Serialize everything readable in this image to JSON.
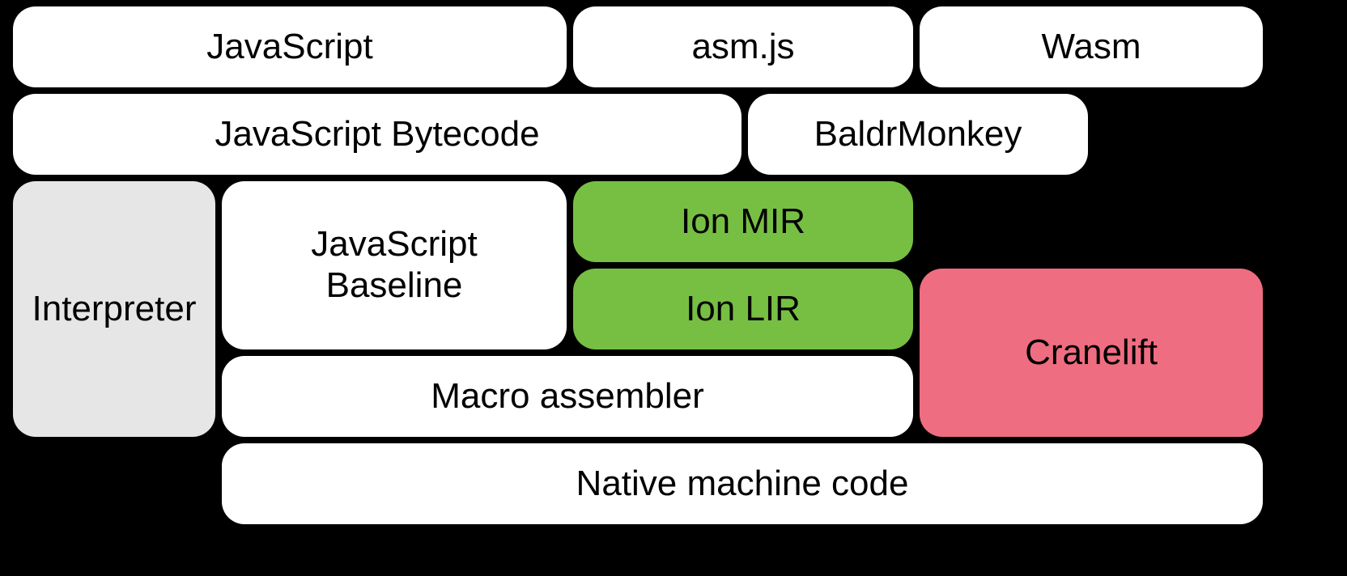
{
  "colors": {
    "background": "#000000",
    "box_default": "#ffffff",
    "box_gray": "#e6e6e6",
    "box_green": "#77bf43",
    "box_pink": "#ef6d80",
    "text": "#000000"
  },
  "boxes": {
    "javascript": {
      "label": "JavaScript"
    },
    "asmjs": {
      "label": "asm.js"
    },
    "wasm": {
      "label": "Wasm"
    },
    "js_bytecode": {
      "label": "JavaScript Bytecode"
    },
    "baldrmonkey": {
      "label": "BaldrMonkey"
    },
    "interpreter": {
      "label": "Interpreter"
    },
    "js_baseline": {
      "label": "JavaScript Baseline"
    },
    "ion_mir": {
      "label": "Ion MIR"
    },
    "ion_lir": {
      "label": "Ion LIR"
    },
    "cranelift": {
      "label": "Cranelift"
    },
    "macro_assembler": {
      "label": "Macro assembler"
    },
    "native_machine_code": {
      "label": "Native machine code"
    }
  }
}
